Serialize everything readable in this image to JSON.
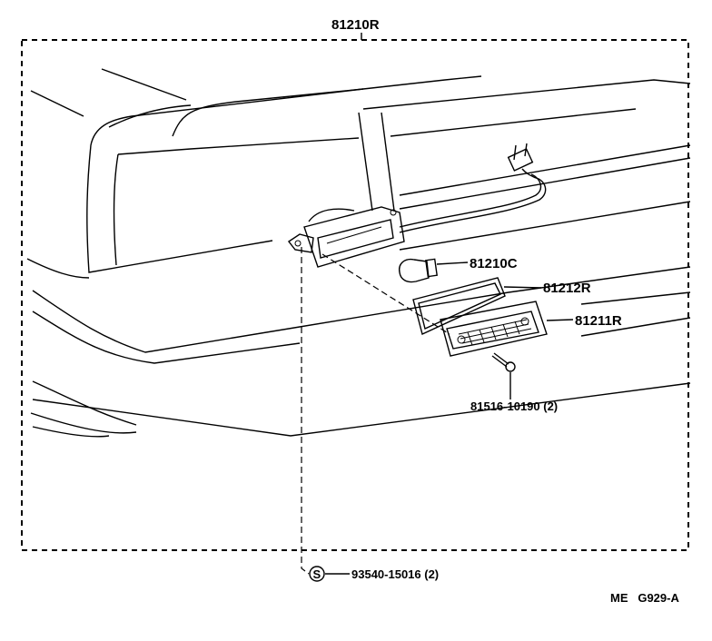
{
  "assembly": {
    "part_number": "81210R"
  },
  "parts": [
    {
      "part_number": "81210C"
    },
    {
      "part_number": "81212R"
    },
    {
      "part_number": "81211R"
    },
    {
      "part_number": "81516-10190 (2)"
    },
    {
      "part_number": "93540-15016 (2)"
    }
  ],
  "standard_part_symbol": "S",
  "figure_code": "ME   G929-A"
}
